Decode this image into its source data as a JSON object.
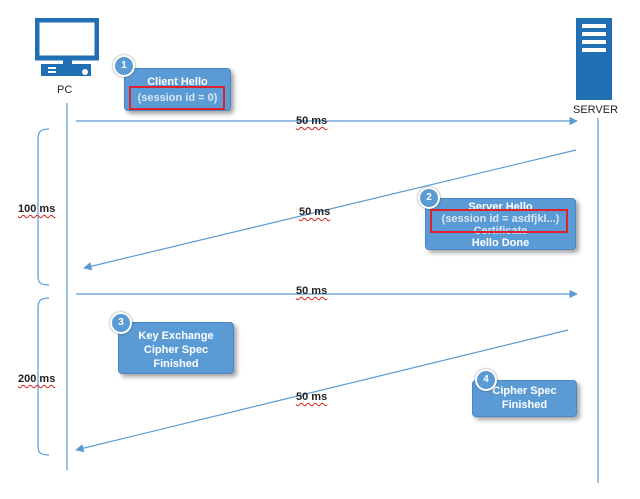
{
  "actors": {
    "client": "PC",
    "server": "SERVER"
  },
  "messages": [
    {
      "step": "1",
      "lines": [
        "Client Hello",
        "(session id = 0)"
      ],
      "latency": "50 ms"
    },
    {
      "step": "2",
      "lines": [
        "Server Hello",
        "(session id = asdfjkl...)",
        "Certificate",
        "Hello Done"
      ],
      "latency": "50 ms"
    },
    {
      "step": "3",
      "lines": [
        "Key Exchange",
        "Cipher Spec",
        "Finished"
      ],
      "latency": "50 ms"
    },
    {
      "step": "4",
      "lines": [
        "Cipher Spec",
        "Finished"
      ],
      "latency": "50 ms"
    }
  ],
  "round_trips": [
    "100 ms",
    "200 ms"
  ],
  "colors": {
    "box": "#5b9bd5",
    "arrow": "#5b9bd5",
    "highlight": "#e0202a",
    "icon": "#1f6fb2"
  },
  "icons": {
    "client": "desktop-computer-icon",
    "server": "server-tower-icon"
  }
}
